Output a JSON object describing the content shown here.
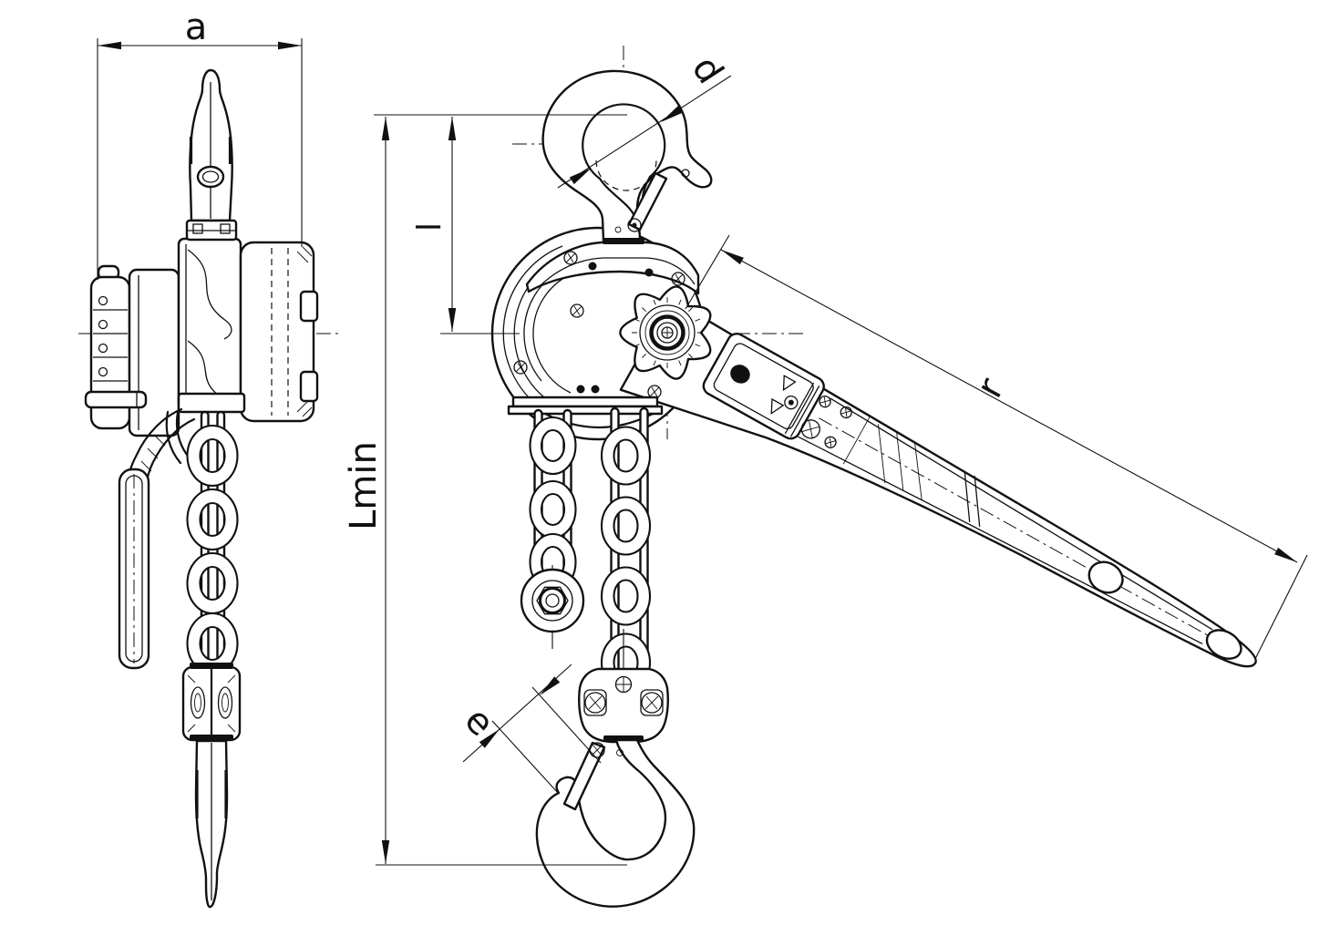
{
  "drawing": {
    "type": "technical-drawing",
    "subject": "lever-chain-hoist-two-views",
    "background_color": "#ffffff",
    "line_color": "#111111",
    "dimension_labels": [
      "a",
      "d",
      "l",
      "Lmin",
      "r",
      "e"
    ],
    "dimensions": {
      "a": "a",
      "d": "d",
      "l": "l",
      "lmin": "Lmin",
      "r": "r",
      "e": "e"
    }
  }
}
